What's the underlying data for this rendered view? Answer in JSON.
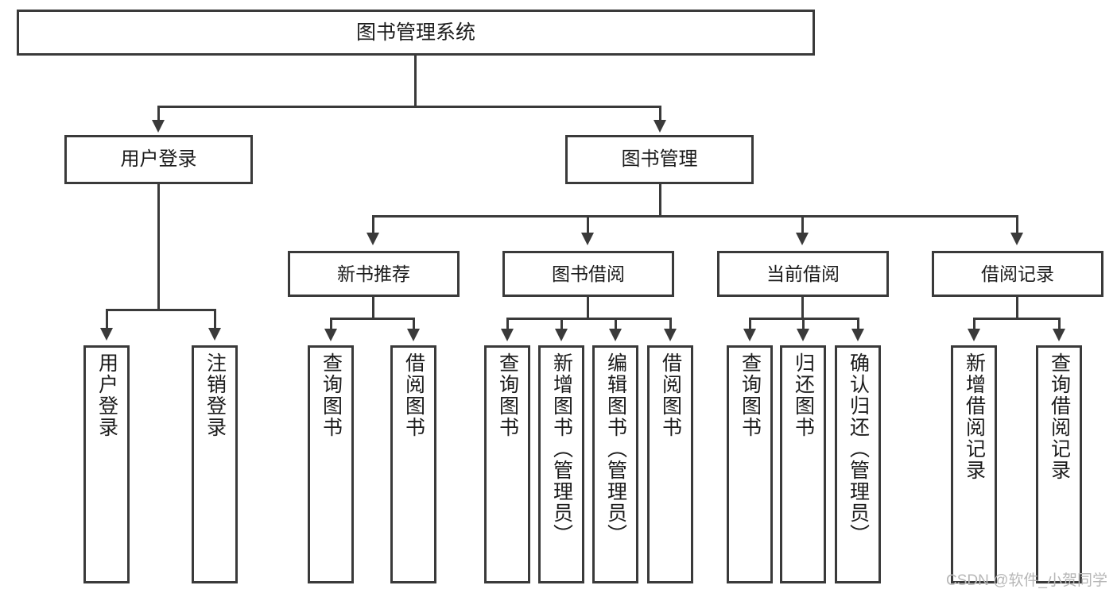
{
  "diagram": {
    "type": "tree-hierarchy-chart",
    "title": "图书管理系统",
    "colors": {
      "stroke": "#3a3a3a",
      "fill": "#ffffff",
      "text": "#1b1b1b",
      "watermark": "#b7b7b7"
    },
    "root": {
      "label": "图书管理系统"
    },
    "level2": [
      {
        "label": "用户登录"
      },
      {
        "label": "图书管理"
      }
    ],
    "level3": [
      {
        "label": "新书推荐"
      },
      {
        "label": "图书借阅"
      },
      {
        "label": "当前借阅"
      },
      {
        "label": "借阅记录"
      }
    ],
    "leaves": {
      "user_login": [
        {
          "label": "用户登录"
        },
        {
          "label": "注销登录"
        }
      ],
      "new_book_recommend": [
        {
          "label": "查询图书"
        },
        {
          "label": "借阅图书"
        }
      ],
      "book_borrow": [
        {
          "label": "查询图书"
        },
        {
          "label": "新增图书（管理员）"
        },
        {
          "label": "编辑图书（管理员）"
        },
        {
          "label": "借阅图书"
        }
      ],
      "current_borrow": [
        {
          "label": "查询图书"
        },
        {
          "label": "归还图书"
        },
        {
          "label": "确认归还（管理员）"
        }
      ],
      "borrow_record": [
        {
          "label": "新增借阅记录"
        },
        {
          "label": "查询借阅记录"
        }
      ]
    }
  },
  "watermark": {
    "text": "CSDN @软件_小贺同学"
  }
}
